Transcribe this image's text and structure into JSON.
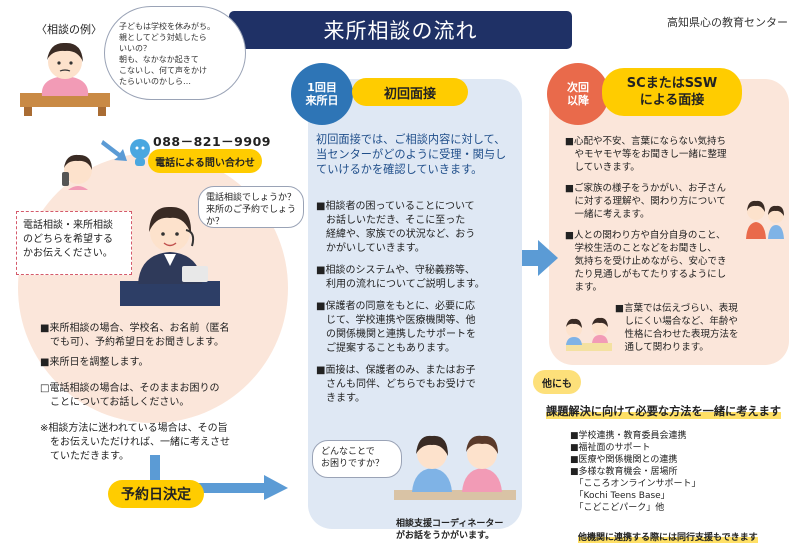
{
  "header": {
    "title": "来所相談の流れ",
    "organization": "高知県心の教育センター"
  },
  "example": {
    "label": "〈相談の例〉",
    "thought_lines": [
      "子どもは学校を休みがち。",
      "親としてどう対処したら",
      "いいの？",
      "朝も、なかなか起きて",
      "こないし、何て声をかけ",
      "たらいいのかしら…"
    ]
  },
  "contact": {
    "phone": "088－821－9909",
    "phone_pill": "電話による問い合わせ"
  },
  "receptionist_bubble": [
    "電話相談でしょうか？",
    "来所のご予約でしょう",
    "か？"
  ],
  "dashed_note": [
    "電話相談・来所相談",
    "のどちらを希望する",
    "かお伝えください。"
  ],
  "left_notes": [
    [
      "■来所相談の場合、学校名、お名前（匿名",
      "　でも可）、予約希望日をお聞きします。"
    ],
    [
      "■来所日を調整します。"
    ],
    [
      "□電話相談の場合は、そのままお困りの",
      "　ことについてお話しください。"
    ],
    [
      "※相談方法に迷われている場合は、その旨",
      "　をお伝えいただければ、一緒に考えさせ",
      "　ていただきます。"
    ]
  ],
  "reservation_pill": "予約日決定",
  "first_visit": {
    "badge_lines": [
      "1回目",
      "来所日"
    ],
    "heading": "初回面接",
    "intro": [
      "初回面接では、ご相談内容に対して、",
      "当センターがどのように受理・関与し",
      "ていけるかを確認していきます。"
    ],
    "items": [
      [
        "■相談者の困っていることについて",
        "　お話しいただき、そこに至った",
        "　経緯や、家族での状況など、おう",
        "　かがいしていきます。"
      ],
      [
        "■相談のシステムや、守秘義務等、",
        "　利用の流れについてご説明します。"
      ],
      [
        "■保護者の同意をもとに、必要に応",
        "　じて、学校連携や医療機関等、他",
        "　の関係機関と連携したサポートを",
        "　ご提案することもあります。"
      ],
      [
        "■面接は、保護者のみ、またはお子",
        "　さんも同伴、どちらでもお受けで",
        "　きます。"
      ]
    ],
    "bubble": [
      "どんなことで",
      "お困りですか？"
    ],
    "caption": [
      "相談支援コーディネーター",
      "がお話をうかがいます。"
    ]
  },
  "next_visit": {
    "badge_lines": [
      "次回",
      "以降"
    ],
    "heading_lines": [
      "SCまたはSSW",
      "による面接"
    ],
    "items": [
      [
        "■心配や不安、言葉にならない気持ち",
        "　やモヤモヤ等をお聞きし一緒に整理",
        "　していきます。"
      ],
      [
        "■ご家族の様子をうかがい、お子さん",
        "　に対する理解や、関わり方について",
        "　一緒に考えます。"
      ],
      [
        "■人との関わり方や自分自身のこと、",
        "　学校生活のことなどをお聞きし、",
        "　気持ちを受け止めながら、安心でき",
        "　たり見通しがもてたりするようにし",
        "　ます。"
      ],
      [
        "■言葉では伝えづらい、表現",
        "　しにくい場合など、年齢や",
        "　性格に合わせた表現方法を",
        "　通して関わります。"
      ]
    ]
  },
  "other": {
    "badge": "他にも",
    "heading": "課題解決に向けて必要な方法を一緒に考えます",
    "items": [
      "■学校連携・教育委員会連携",
      "■福祉面のサポート",
      "■医療や関係機関との連携",
      "■多様な教育機会・居場所",
      "　「こころオンラインサポート」",
      "　「Kochi Teens Base」",
      "　「こどこどパーク」他"
    ],
    "footer": "他機関に連携する際には同行支援もできます"
  },
  "colors": {
    "navy": "#1f3166",
    "blue": "#2e75b6",
    "coral": "#e96a4b",
    "yellow": "#ffcc00",
    "peach": "#fbe6da",
    "lightblue": "#dfe8f4"
  }
}
